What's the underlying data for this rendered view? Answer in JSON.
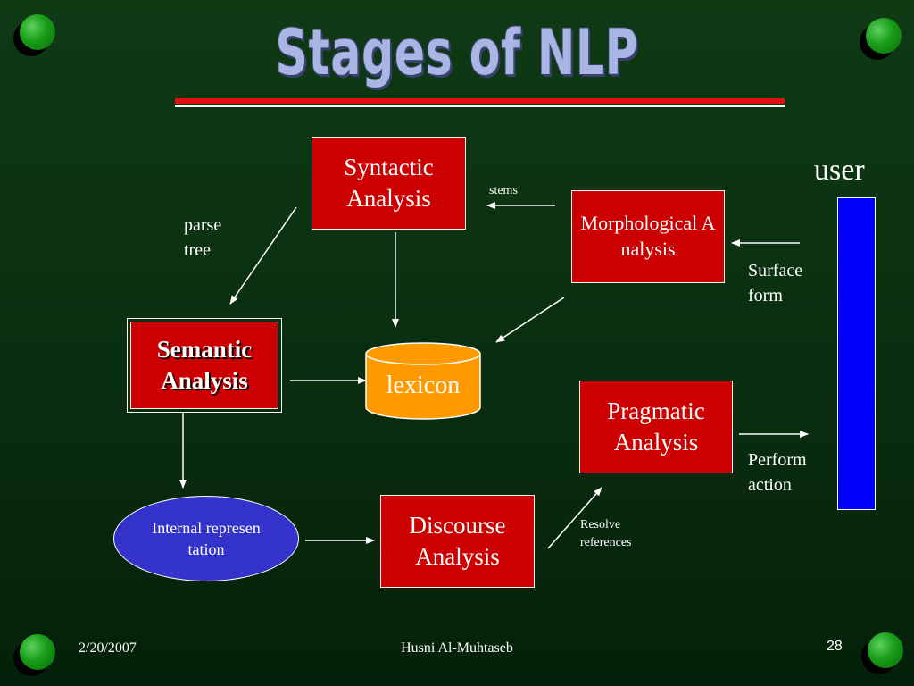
{
  "title": "Stages of NLP",
  "nodes": {
    "syntactic": "Syntactic Analysis",
    "morphological": "Morphological Analysis",
    "semantic": "Semantic Analysis",
    "lexicon": "lexicon",
    "pragmatic": "Pragmatic Analysis",
    "discourse": "Discourse Analysis",
    "internal": "Internal representation",
    "user": "user"
  },
  "labels": {
    "stems": "stems",
    "parse_tree": "parse tree",
    "surface_form": "Surface form",
    "perform_action": "Perform action",
    "resolve_references": "Resolve references"
  },
  "footer": {
    "date": "2/20/2007",
    "author": "Husni Al-Muhtaseb",
    "page": "28"
  },
  "colors": {
    "box_fill": "#cc0000",
    "lexicon_fill": "#ff9900",
    "ellipse_fill": "#3333cc",
    "user_bar": "#0000ff"
  }
}
